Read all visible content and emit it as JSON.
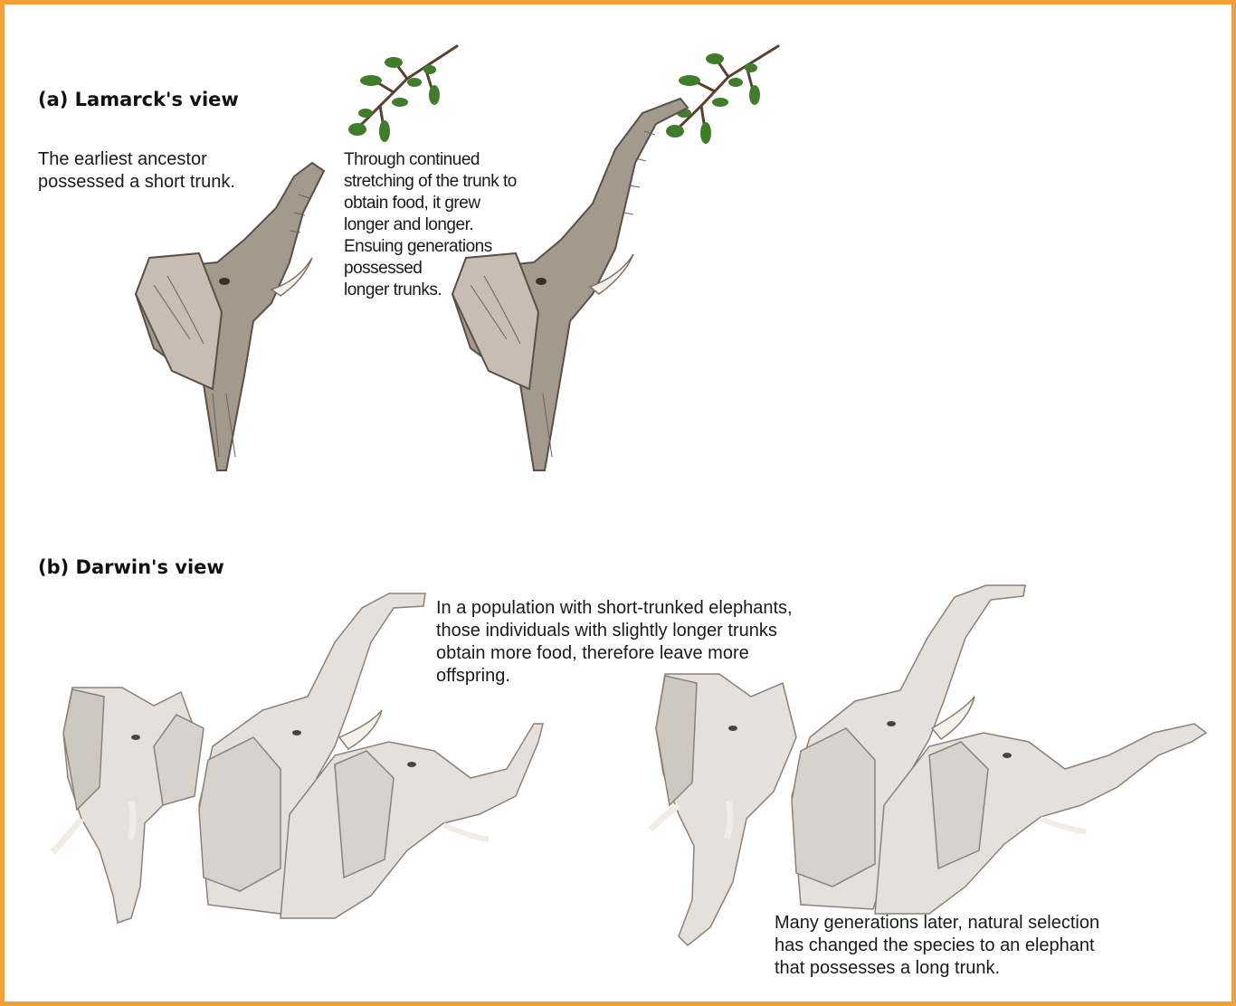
{
  "colors": {
    "border": "#f4a03a",
    "elephant_dark": "#8f8275",
    "elephant_light": "#e4e0dc",
    "foliage": "#3f7d2a",
    "text": "#1a1a1a"
  },
  "panel_a": {
    "heading": "(a) Lamarck's view",
    "caption_1": [
      "The earliest ancestor",
      "possessed a short trunk."
    ],
    "caption_2": [
      "Through continued",
      "stretching of the trunk to",
      "obtain food, it grew",
      "longer and longer.",
      "Ensuing generations",
      "possessed",
      "longer trunks."
    ]
  },
  "panel_b": {
    "heading": "(b) Darwin's view",
    "caption_1": [
      "In a population with short-trunked elephants,",
      "those individuals with slightly longer trunks",
      "obtain more food, therefore leave more",
      "offspring."
    ],
    "caption_2": [
      "Many generations later, natural selection",
      "has changed the species to an elephant",
      "that possesses a long trunk."
    ]
  },
  "illustrations": {
    "a_left": "elephant-short-trunk-icon",
    "a_right": "elephant-long-trunk-eating-icon",
    "b_left": "elephant-herd-short-trunks-icon",
    "b_right": "elephant-herd-long-trunks-icon",
    "branch": "acacia-branch-icon"
  }
}
